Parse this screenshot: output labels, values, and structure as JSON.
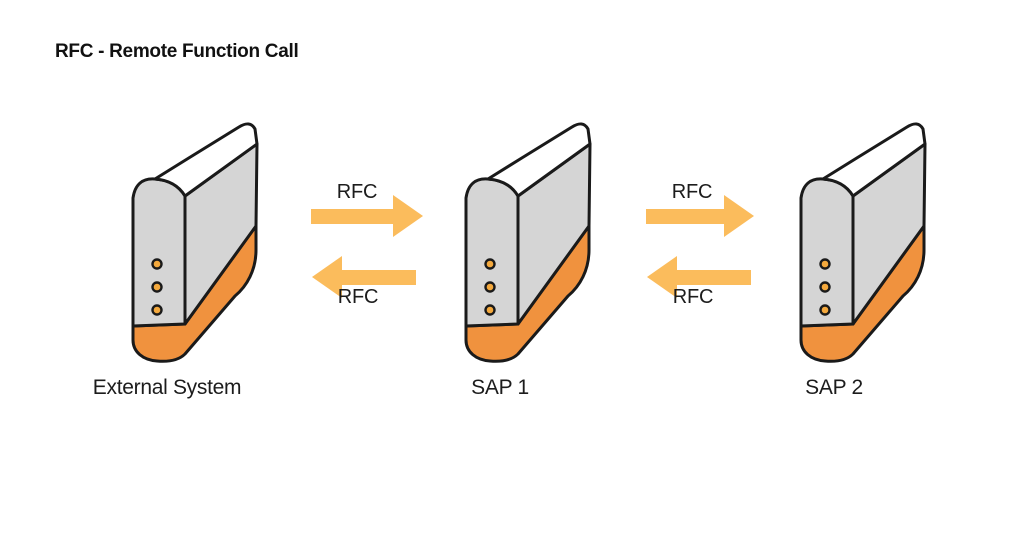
{
  "title": "RFC - Remote Function Call",
  "colors": {
    "arrow": "#FBBC5C",
    "server_base": "#F0923E",
    "led": "#F4A93D",
    "panel": "#D5D5D5",
    "top_face": "#FFFFFF",
    "outline": "#1A1A1A",
    "text": "#1C1C1C"
  },
  "nodes": [
    {
      "id": "external-system",
      "label": "External System"
    },
    {
      "id": "sap-1",
      "label": "SAP 1"
    },
    {
      "id": "sap-2",
      "label": "SAP 2"
    }
  ],
  "connections": [
    {
      "from": "external-system",
      "to": "sap-1",
      "label": "RFC",
      "direction": "right"
    },
    {
      "from": "sap-1",
      "to": "external-system",
      "label": "RFC",
      "direction": "left"
    },
    {
      "from": "sap-1",
      "to": "sap-2",
      "label": "RFC",
      "direction": "right"
    },
    {
      "from": "sap-2",
      "to": "sap-1",
      "label": "RFC",
      "direction": "left"
    }
  ]
}
